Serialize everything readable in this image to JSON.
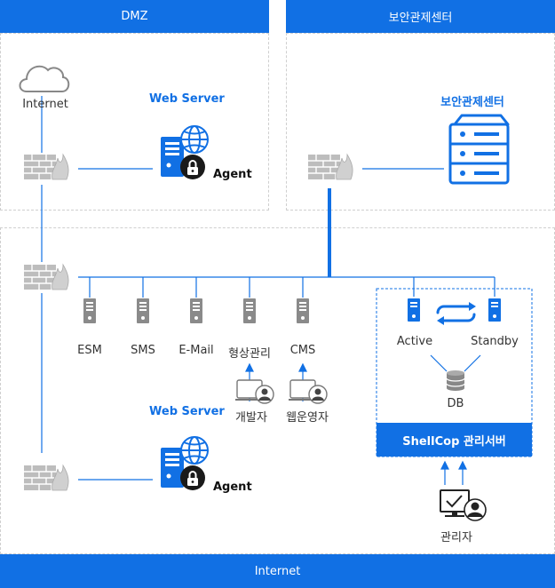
{
  "zones": {
    "dmz": "DMZ",
    "soc": "보안관제센터",
    "internet": "Internet"
  },
  "dmz": {
    "internet_label": "Internet",
    "web_server": "Web Server",
    "agent": "Agent"
  },
  "soc": {
    "title": "보안관제센터"
  },
  "internal": {
    "servers": [
      "ESM",
      "SMS",
      "E-Mail",
      "형상관리",
      "CMS"
    ],
    "users": [
      "개발자",
      "웹운영자"
    ],
    "web_server": "Web Server",
    "agent": "Agent"
  },
  "shellcop": {
    "active": "Active",
    "standby": "Standby",
    "db": "DB",
    "title": "ShellCop 관리서버"
  },
  "admin": {
    "label": "관리자"
  },
  "colors": {
    "brand_blue": "#1170e4",
    "gray_icon": "#8a8a8a"
  }
}
